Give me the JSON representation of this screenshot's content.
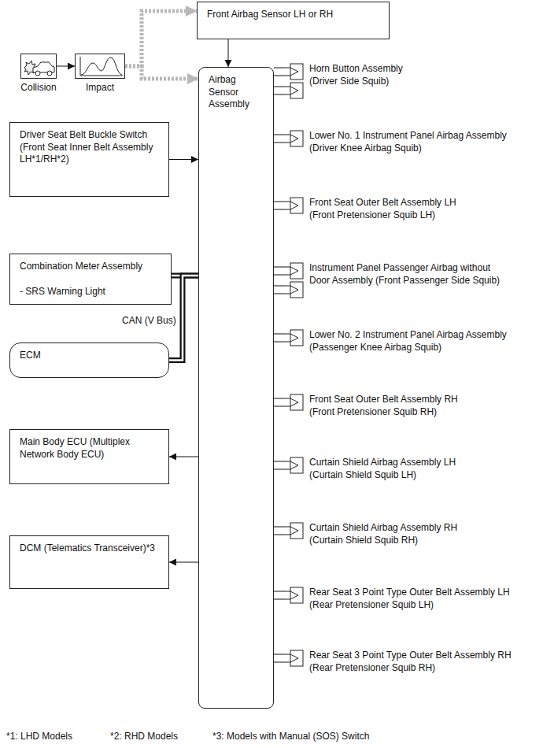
{
  "diagram": {
    "nodes": [
      {
        "text": [
          "Collision"
        ]
      },
      {
        "text": [
          "Impact"
        ]
      },
      {
        "text": [
          "Front Airbag Sensor LH or RH"
        ]
      },
      {
        "text": [
          "Driver Seat Belt Buckle Switch (Front Seat Inner Belt Assembly LH*1/RH*2)"
        ]
      },
      {
        "text": [
          "Combination Meter Assembly",
          "- SRS Warning Light"
        ]
      },
      {
        "text": [
          "ECM"
        ]
      },
      {
        "text": [
          "Airbag Sensor Assembly"
        ]
      },
      {
        "text": [
          "Main Body ECU (Multiplex Network Body ECU)"
        ]
      },
      {
        "text": [
          "DCM (Telematics Transceiver)*3"
        ]
      },
      {
        "text": [
          "Horn Button Assembly (Driver Side Squib)"
        ]
      },
      {
        "text": [
          "Lower No. 1 Instrument Panel Airbag Assembly (Driver Knee Airbag Squib)"
        ]
      },
      {
        "text": [
          "Front Seat Outer Belt Assembly LH (Front Pretensioner Squib LH)"
        ]
      },
      {
        "text": [
          "Instrument Panel Passenger Airbag without Door Assembly (Front Passenger Side Squib)"
        ]
      },
      {
        "text": [
          "Lower No. 2 Instrument Panel Airbag Assembly (Passenger Knee Airbag Squib)"
        ]
      },
      {
        "text": [
          "Front Seat Outer Belt Assembly RH (Front Pretensioner Squib RH)"
        ]
      },
      {
        "text": [
          "Curtain Shield Airbag Assembly LH (Curtain Shield Squib LH)"
        ]
      },
      {
        "text": [
          "Curtain Shield Airbag Assembly RH (Curtain Shield Squib RH)"
        ]
      },
      {
        "text": [
          "Rear Seat 3 Point Type Outer Belt Assembly LH (Rear Pretensioner Squib LH)"
        ]
      },
      {
        "text": [
          "Rear Seat 3 Point Type Outer Belt Assembly RH (Rear Pretensioner Squib RH)"
        ]
      }
    ],
    "edges": [
      {
        "from": 0,
        "to": 1,
        "arrow": "to"
      },
      {
        "from": 1,
        "to": 2,
        "arrow": "to"
      },
      {
        "from": 1,
        "to": 6,
        "arrow": "to"
      },
      {
        "from": 2,
        "to": 6,
        "arrow": "to"
      },
      {
        "from": 3,
        "to": 6,
        "arrow": "to"
      },
      {
        "from": 4,
        "to": 6,
        "arrow": "none"
      },
      {
        "from": 5,
        "to": 6,
        "arrow": "none"
      },
      {
        "from": 6,
        "to": 7,
        "arrow": "to"
      },
      {
        "from": 6,
        "to": 8,
        "arrow": "to"
      },
      {
        "from": 6,
        "to": 9,
        "arrow": "none"
      },
      {
        "from": 6,
        "to": 10,
        "arrow": "none"
      },
      {
        "from": 6,
        "to": 11,
        "arrow": "none"
      },
      {
        "from": 6,
        "to": 12,
        "arrow": "none"
      },
      {
        "from": 6,
        "to": 13,
        "arrow": "none"
      },
      {
        "from": 6,
        "to": 14,
        "arrow": "none"
      },
      {
        "from": 6,
        "to": 15,
        "arrow": "none"
      },
      {
        "from": 6,
        "to": 16,
        "arrow": "none"
      },
      {
        "from": 6,
        "to": 17,
        "arrow": "none"
      },
      {
        "from": 6,
        "to": 18,
        "arrow": "none"
      }
    ],
    "labels": [
      "CAN (V Bus)",
      "*1: LHD Models",
      "*2: RHD Models",
      "*3: Models with Manual (SOS) Switch"
    ]
  }
}
